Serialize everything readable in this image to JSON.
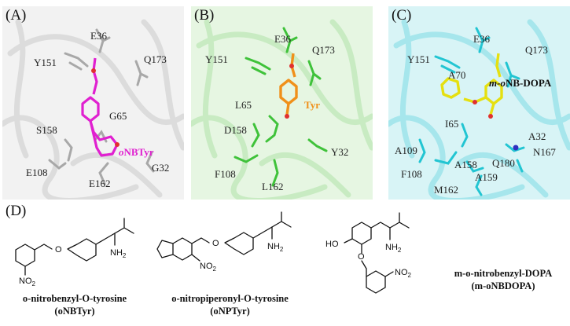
{
  "panels": [
    {
      "label": "(A)",
      "residues": [
        "E36",
        "Y151",
        "Q173",
        "G65",
        "S158",
        "G32",
        "E108",
        "E162"
      ],
      "ligand": {
        "prefix": "o",
        "rest": "NBTyr",
        "color": "#e020d0"
      },
      "background": "#f2f2f2",
      "residue_color": "#a8a8a8"
    },
    {
      "label": "(B)",
      "residues": [
        "E36",
        "Y151",
        "Q173",
        "L65",
        "D158",
        "Y32",
        "F108",
        "L162"
      ],
      "ligand": {
        "prefix": "",
        "rest": "Tyr",
        "color": "#f0901a"
      },
      "background": "#e6f6e2",
      "residue_color": "#3fc23a"
    },
    {
      "label": "(C)",
      "residues": [
        "E36",
        "Y151",
        "A70",
        "Q173",
        "I65",
        "A32",
        "A109",
        "N167",
        "Q180",
        "F108",
        "A158",
        "A159",
        "M162"
      ],
      "ligand": {
        "prefix": "m-o",
        "rest": "NB-DOPA",
        "color": "#e5e010"
      },
      "background": "#d8f4f6",
      "residue_color": "#22c5d2"
    }
  ],
  "section_d": {
    "label": "(D)",
    "atoms": {
      "nh2": "NH",
      "nh2_sub": "2",
      "no2": "NO",
      "no2_sub": "2",
      "ho": "HO",
      "o": "O"
    },
    "compounds": [
      {
        "name": "o-nitrobenzyl-O-tyrosine",
        "abbrev": "oNBTyr"
      },
      {
        "name": "o-nitropiperonyl-O-tyrosine",
        "abbrev": "oNPTyr"
      },
      {
        "name": "m-o-nitrobenzyl-DOPA",
        "abbrev": "m-oNBDOPA"
      }
    ]
  }
}
